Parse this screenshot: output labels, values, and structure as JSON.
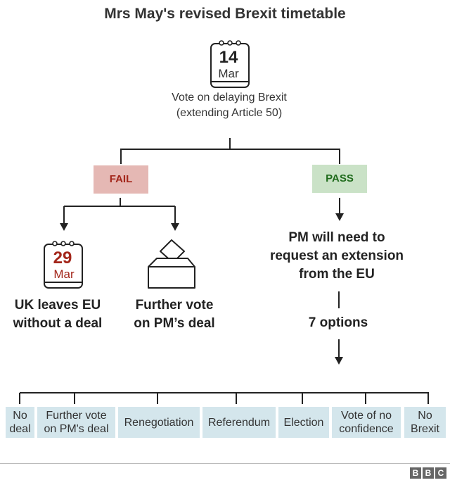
{
  "title": "Mrs May's revised Brexit timetable",
  "top_event": {
    "day": "14",
    "month": "Mar",
    "description": "Vote on delaying Brexit (extending Article 50)"
  },
  "branches": {
    "fail": {
      "label": "FAIL",
      "color_bg": "#e5b8b4",
      "color_text": "#a3261a",
      "outcomes": [
        {
          "icon": "calendar-icon",
          "day": "29",
          "month": "Mar",
          "text_line1": "UK leaves EU",
          "text_line2": "without a deal"
        },
        {
          "icon": "ballot-box-icon",
          "text_line1": "Further vote",
          "text_line2": "on PM’s deal"
        }
      ]
    },
    "pass": {
      "label": "PASS",
      "color_bg": "#cae2c7",
      "color_text": "#1f6b1c",
      "result_lines": [
        "PM will need to",
        "request an extension",
        "from the EU"
      ],
      "options_heading": "7 options"
    }
  },
  "options": [
    {
      "line1": "No",
      "line2": "deal"
    },
    {
      "line1": "Further vote",
      "line2": "on PM's deal"
    },
    {
      "line1": "Renegotiation",
      "line2": ""
    },
    {
      "line1": "Referendum",
      "line2": ""
    },
    {
      "line1": "Election",
      "line2": ""
    },
    {
      "line1": "Vote of no",
      "line2": "confidence"
    },
    {
      "line1": "No",
      "line2": "Brexit"
    }
  ],
  "source": {
    "logo_letters": [
      "B",
      "B",
      "C"
    ]
  },
  "colors": {
    "option_bg": "#d4e6ec",
    "line": "#222222",
    "date_red": "#a3261a"
  }
}
